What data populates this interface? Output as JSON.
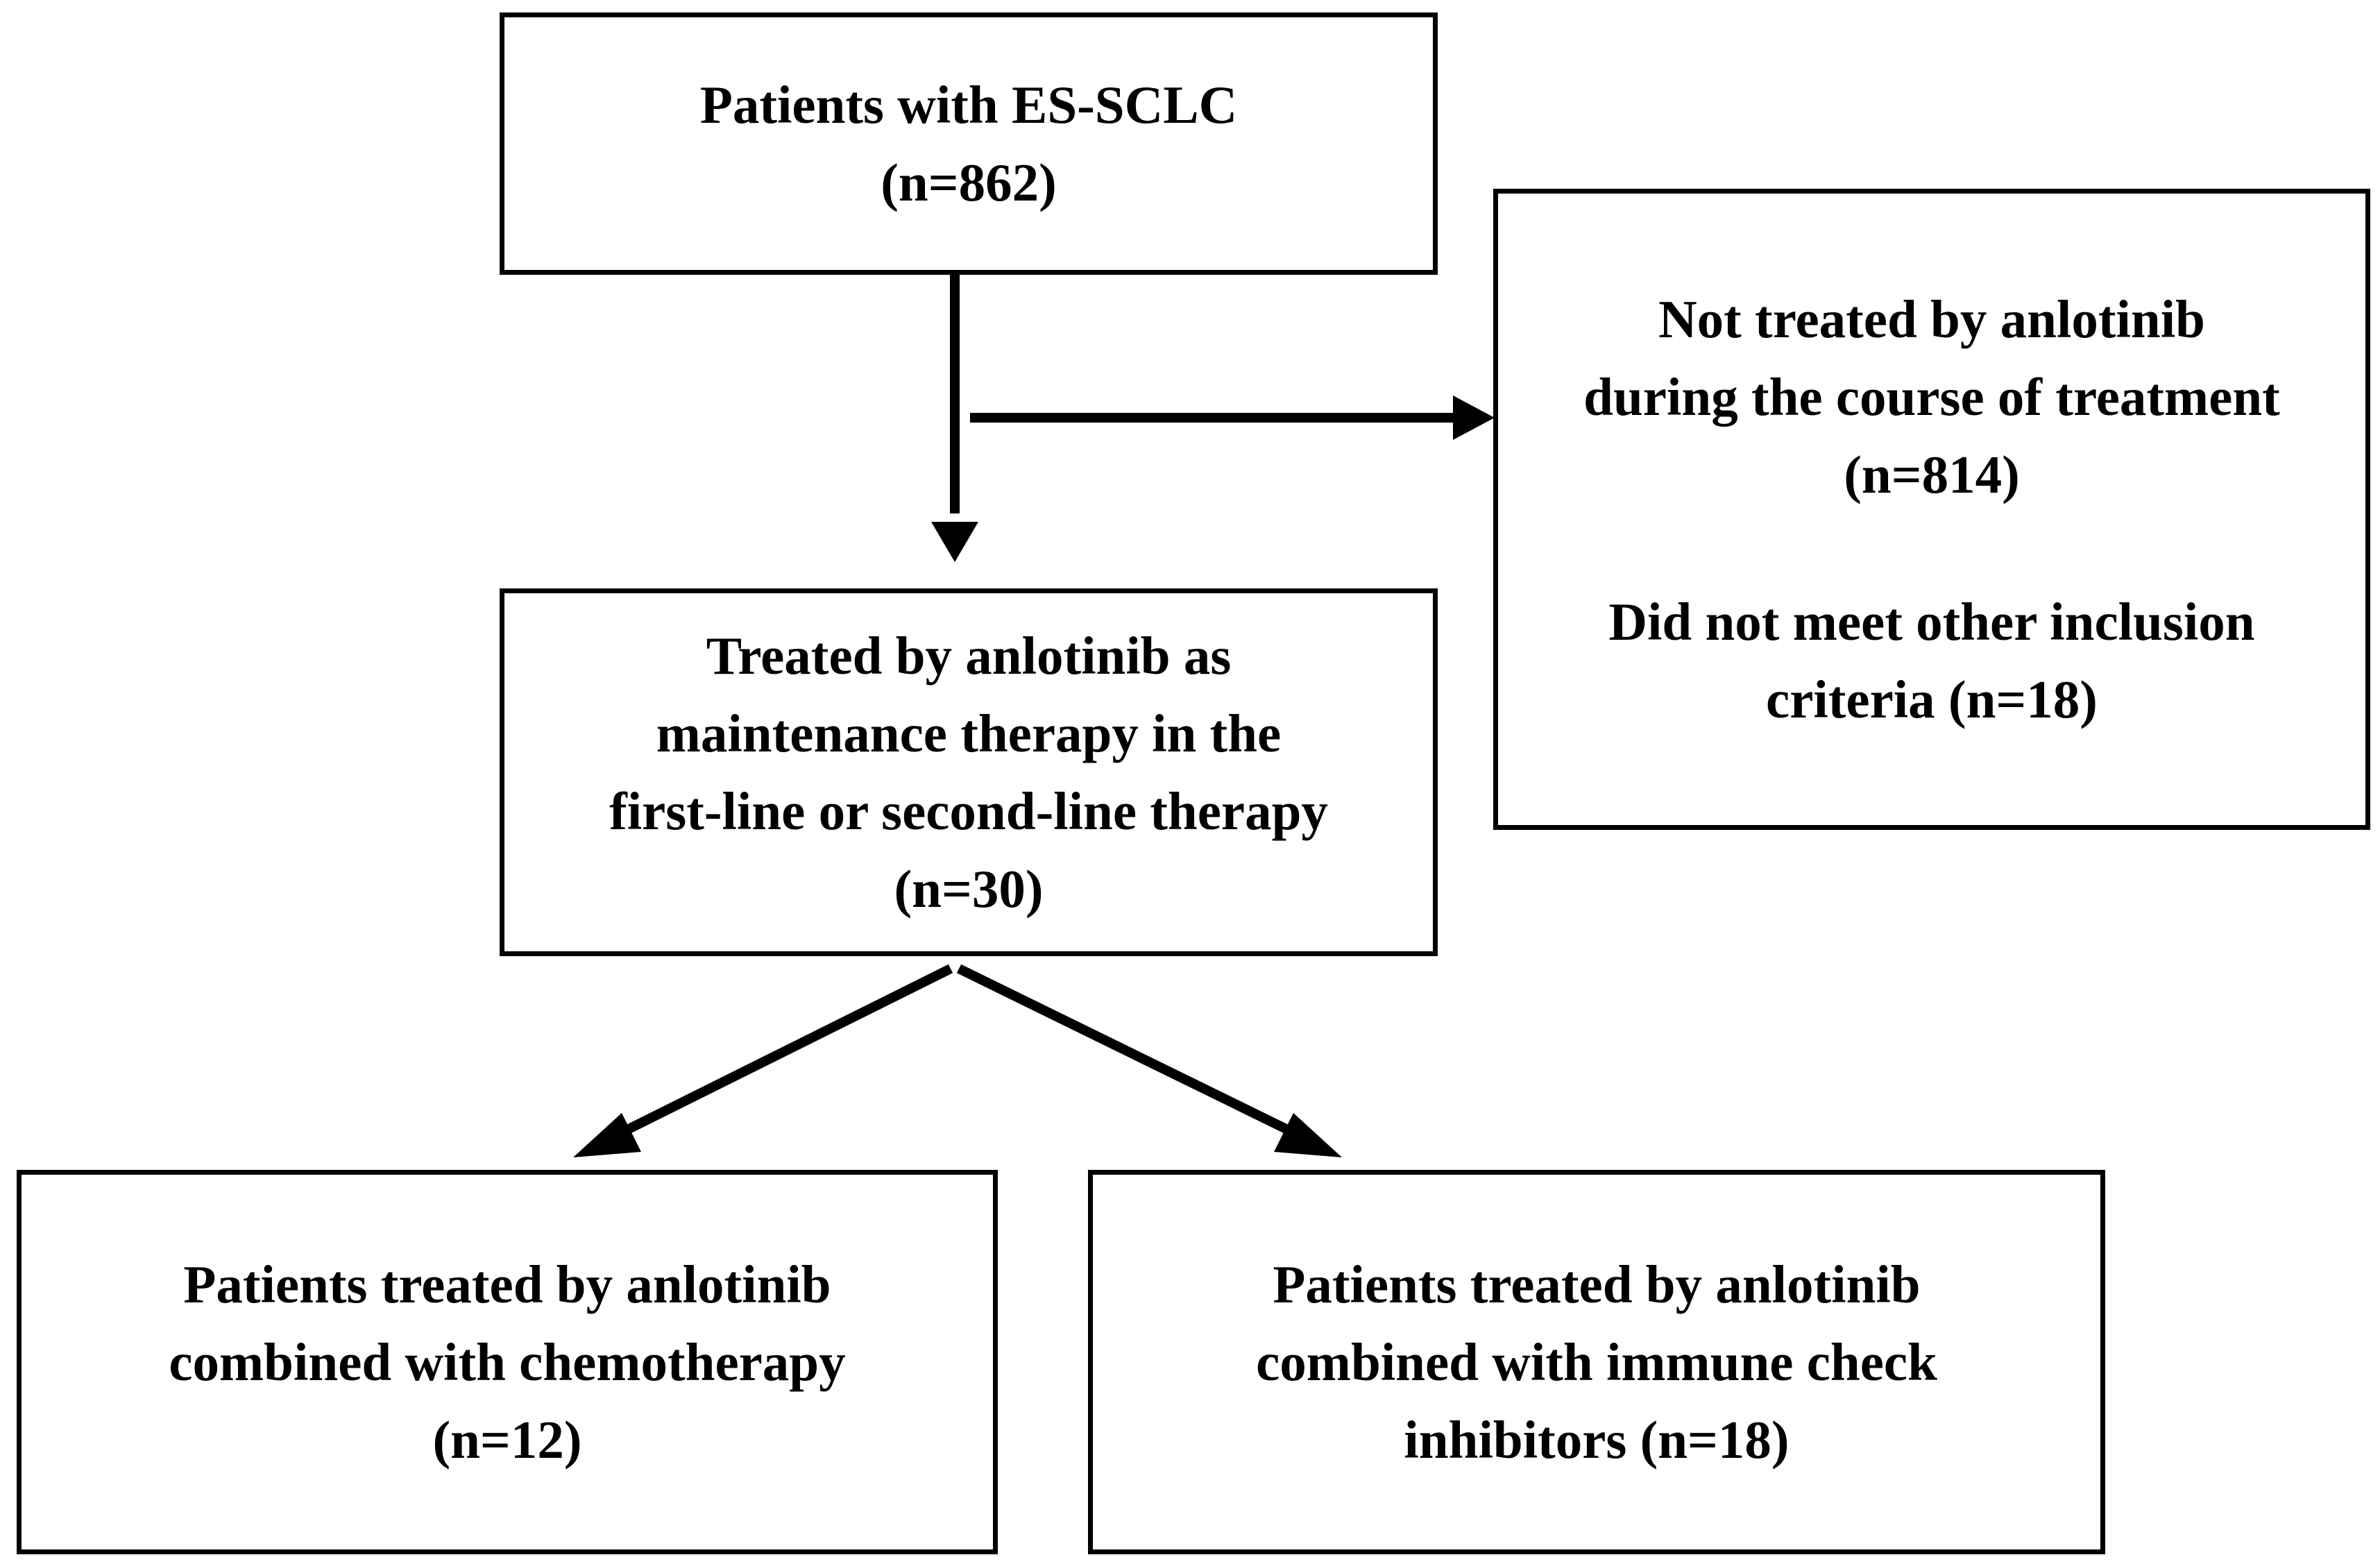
{
  "nodes": {
    "start": {
      "lines": [
        "Patients with ES-SCLC",
        "(n=862)"
      ]
    },
    "excluded": {
      "lines": [
        "Not treated by anlotinib",
        "during the course of treatment",
        "(n=814)"
      ],
      "lines2": [
        "Did not meet other inclusion",
        "criteria (n=18)"
      ]
    },
    "maintenance": {
      "lines": [
        "Treated by anlotinib as",
        "maintenance therapy in the",
        "first-line or second-line therapy",
        "(n=30)"
      ]
    },
    "chemo": {
      "lines": [
        "Patients treated by anlotinib",
        "combined with chemotherapy",
        "(n=12)"
      ]
    },
    "immune": {
      "lines": [
        "Patients treated by anlotinib",
        "combined with immune check",
        "inhibitors (n=18)"
      ]
    }
  },
  "colors": {
    "stroke": "#000000",
    "background": "#ffffff"
  }
}
